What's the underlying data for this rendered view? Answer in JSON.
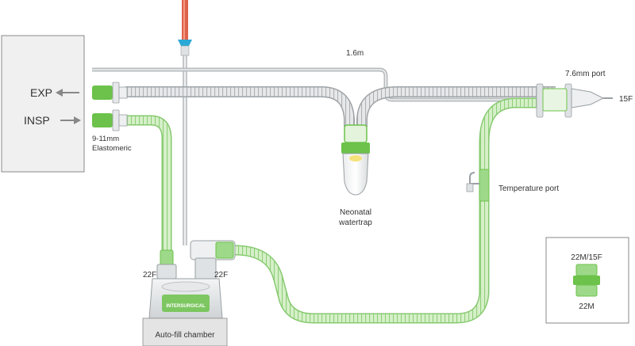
{
  "labels": {
    "exp": "EXP",
    "insp": "INSP",
    "elastomeric_line1": "9-11mm",
    "elastomeric_line2": "Elastomeric",
    "length": "1.6m",
    "port_76": "7.6mm port",
    "port_15f": "15F",
    "temperature_port": "Temperature port",
    "watertrap_line1": "Neonatal",
    "watertrap_line2": "watertrap",
    "left_22f": "22F",
    "right_22f": "22F",
    "chamber": "Auto-fill chamber",
    "inset_top": "22M/15F",
    "inset_bottom": "22M",
    "brand": "INTERSURGICAL"
  },
  "colors": {
    "tube_green": "#9ed98a",
    "connector_green": "#6cc24a",
    "grey_tube": "#b8bcbf",
    "feed_line": "#e0614a",
    "blue_spike": "#2aa9d6"
  },
  "icons": [
    "exp-arrow-left-icon",
    "insp-arrow-right-icon"
  ]
}
